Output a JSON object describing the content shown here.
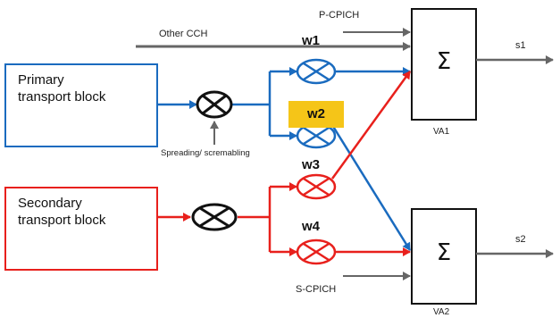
{
  "blocks": {
    "primary": "Primary\ntransport block",
    "secondary": "Secondary\ntransport block"
  },
  "labels": {
    "other_cch": "Other CCH",
    "p_cpich": "P-CPICH",
    "s_cpich": "S-CPICH",
    "spreading": "Spreading/ scremabling",
    "va1": "VA1",
    "va2": "VA2",
    "s1": "s1",
    "s2": "s2",
    "sigma": "Σ"
  },
  "weights": {
    "w1": "w1",
    "w2": "w2",
    "w3": "w3",
    "w4": "w4"
  },
  "colors": {
    "blue": "#1a6bbf",
    "red": "#e8201c",
    "gray": "#666666",
    "badge": "#f5c518"
  }
}
